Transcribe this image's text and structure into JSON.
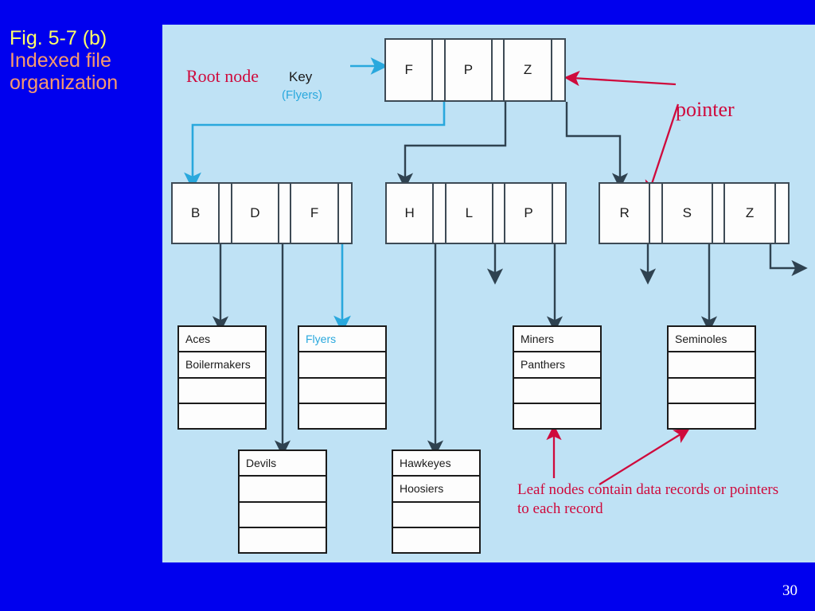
{
  "slide": {
    "title_line1": "Fig. 5-7 (b)",
    "title_line2": "Indexed file",
    "title_line3": "organization",
    "page_number": "30",
    "background_color": "#0000ee",
    "title_color_line1": "#ffff66",
    "title_color_lines23": "#f79a6e",
    "panel_color": "#bfe2f5"
  },
  "figure": {
    "annotations": {
      "root_node_label": "Root node",
      "key_label": "Key",
      "key_value_label": "(Flyers)",
      "pointer_label": "pointer",
      "leaf_note": "Leaf nodes contain data records or pointers to each record"
    },
    "colors": {
      "annotation_red": "#cf0a3c",
      "search_path_cyan": "#29a8dd",
      "connector_navy": "#2f4250",
      "node_border": "#3d4a55",
      "leaf_border": "#1b1b1b"
    },
    "root_node": {
      "name": "root-node",
      "keys": [
        "F",
        "P",
        "Z"
      ]
    },
    "index_nodes": [
      {
        "name": "index-node-bdf",
        "keys": [
          "B",
          "D",
          "F"
        ]
      },
      {
        "name": "index-node-hlp",
        "keys": [
          "H",
          "L",
          "P"
        ]
      },
      {
        "name": "index-node-rsz",
        "keys": [
          "R",
          "S",
          "Z"
        ]
      }
    ],
    "leaf_nodes": [
      {
        "name": "leaf-node-aces",
        "rows": [
          "Aces",
          "Boilermakers",
          "",
          ""
        ],
        "highlight_row": -1
      },
      {
        "name": "leaf-node-flyers",
        "rows": [
          "Flyers",
          "",
          "",
          ""
        ],
        "highlight_row": 0
      },
      {
        "name": "leaf-node-miners",
        "rows": [
          "Miners",
          "Panthers",
          "",
          ""
        ],
        "highlight_row": -1
      },
      {
        "name": "leaf-node-seminoles",
        "rows": [
          "Seminoles",
          "",
          "",
          ""
        ],
        "highlight_row": -1
      },
      {
        "name": "leaf-node-devils",
        "rows": [
          "Devils",
          "",
          "",
          ""
        ],
        "highlight_row": -1
      },
      {
        "name": "leaf-node-hawkeyes",
        "rows": [
          "Hawkeyes",
          "Hoosiers",
          "",
          ""
        ],
        "highlight_row": -1
      }
    ]
  }
}
